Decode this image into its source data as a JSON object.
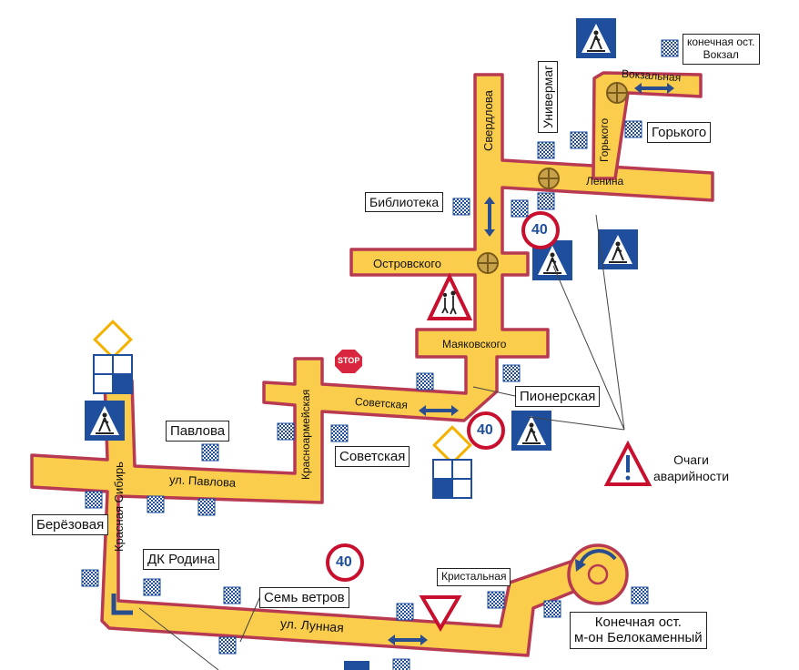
{
  "colors": {
    "road_fill": "#fbcd4c",
    "road_outline": "#b83a52",
    "sign_blue": "#1f4f9c",
    "sign_red": "#c8102e",
    "arrow_blue": "#2a4d8f",
    "stop_red": "#d7263d"
  },
  "streets": {
    "sverdlova": "Свердлова",
    "vokzalnaya": "Вокзальная",
    "gorkogo": "Горького",
    "lenina": "Ленина",
    "ostrovskogo": "Островского",
    "mayakovskogo": "Маяковского",
    "sovetskaya": "Советская",
    "krasnoarmeyskaya": "Красноармейская",
    "pavlova": "ул. Павлова",
    "krasnaya_sibir": "Красная Сибирь",
    "lunnaya": "ул. Лунная"
  },
  "stops": {
    "vokzal_line1": "конечная ост.",
    "vokzal_line2": "Вокзал",
    "gorkogo": "Горького",
    "univermag": "Универмаг",
    "biblioteka": "Библиотека",
    "pionerskaya": "Пионерская",
    "sovetskaya": "Советская",
    "pavlova": "Павлова",
    "berezovaya": "Берёзовая",
    "dk_rodina": "ДК Родина",
    "sem_vetrov": "Семь ветров",
    "kristalnaya": "Кристальная",
    "belokamenny_line1": "Конечная ост.",
    "belokamenny_line2": "м-он Белокаменный"
  },
  "signs": {
    "speed_limit": "40",
    "stop": "STOP"
  },
  "legend": {
    "hazard_line1": "Очаги",
    "hazard_line2": "аварийности"
  },
  "icons": {
    "pedestrian_crossing": "pedestrian-crossing-sign-icon",
    "children": "children-warning-icon",
    "speed": "speed-limit-sign-icon",
    "stop": "stop-sign-icon",
    "main_road": "main-road-sign-icon",
    "yield": "yield-sign-icon",
    "bus_stop": "bus-stop-icon",
    "traffic_light": "traffic-light-icon",
    "roundabout": "roundabout-icon",
    "hazard": "hazard-warning-icon"
  }
}
